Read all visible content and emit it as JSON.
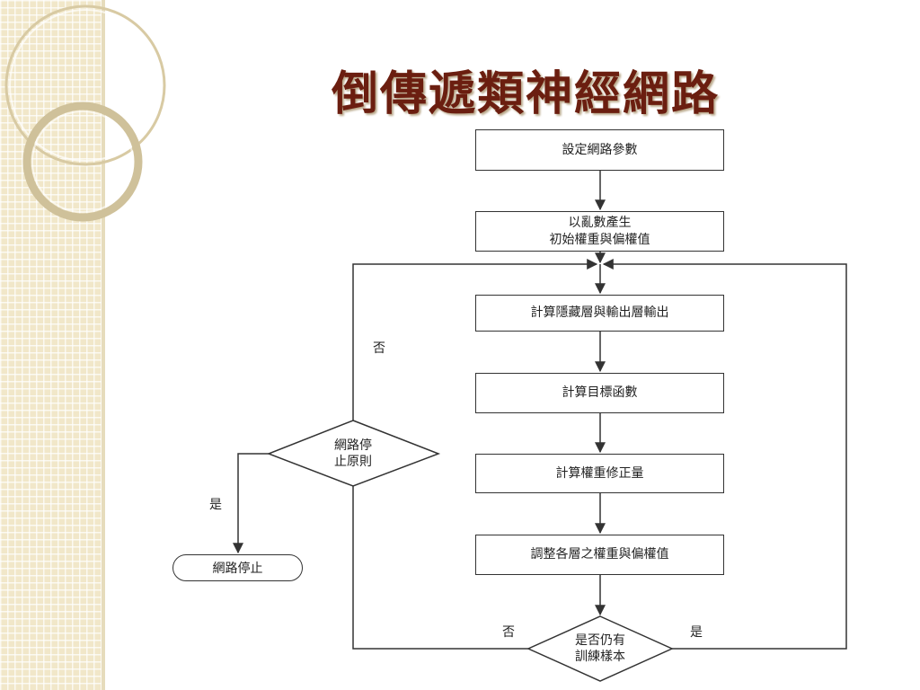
{
  "slide": {
    "title": "倒傳遞類神經網路"
  },
  "flowchart": {
    "set_params": "設定網路參數",
    "init_weights_line1": "以亂數產生",
    "init_weights_line2": "初始權重與偏權值",
    "compute_outputs": "計算隱藏層與輸出層輸出",
    "compute_objective": "計算目標函數",
    "compute_corrections": "計算權重修正量",
    "adjust_weights": "調整各層之權重與偏權值",
    "samples_decision_line1": "是否仍有",
    "samples_decision_line2": "訓練樣本",
    "stop_decision_line1": "網路停",
    "stop_decision_line2": "止原則",
    "stop_terminal": "網路停止",
    "label_no_loop": "否",
    "label_yes_stop": "是",
    "label_no_samples": "否",
    "label_yes_samples": "是"
  },
  "colors": {
    "title": "#6b1e10",
    "sidebar": "#f1e7c9",
    "line": "#333333"
  }
}
